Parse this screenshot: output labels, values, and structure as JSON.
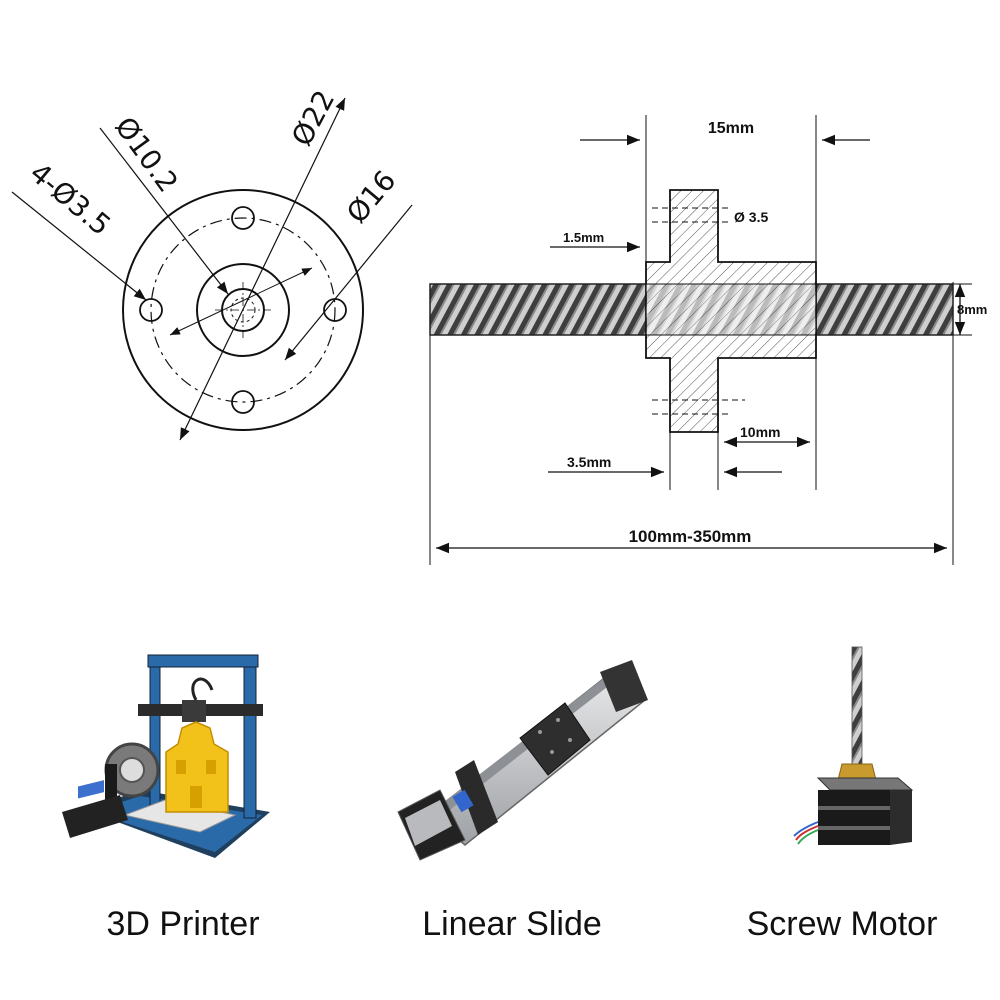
{
  "flange_view": {
    "labels": {
      "holes": "4-Ø3.5",
      "bore": "Ø10.2",
      "outer": "Ø22",
      "bolt_circle": "Ø16"
    }
  },
  "side_view": {
    "labels": {
      "flange_width": "15mm",
      "hole_dia": "Ø 3.5",
      "flange_thickness": "1.5mm",
      "screw_dia": "8mm",
      "hole_offset": "3.5mm",
      "body_length": "10mm",
      "total_length": "100mm-350mm"
    }
  },
  "applications": [
    {
      "label": "3D Printer"
    },
    {
      "label": "Linear Slide"
    },
    {
      "label": "Screw Motor"
    }
  ],
  "colors": {
    "line": "#111111",
    "printer_frame": "#2a6aa8",
    "print_part": "#f2c21b",
    "brass": "#c99a2e",
    "motor_body": "#1a1a1a",
    "rail_silver": "#c7c9cc"
  }
}
